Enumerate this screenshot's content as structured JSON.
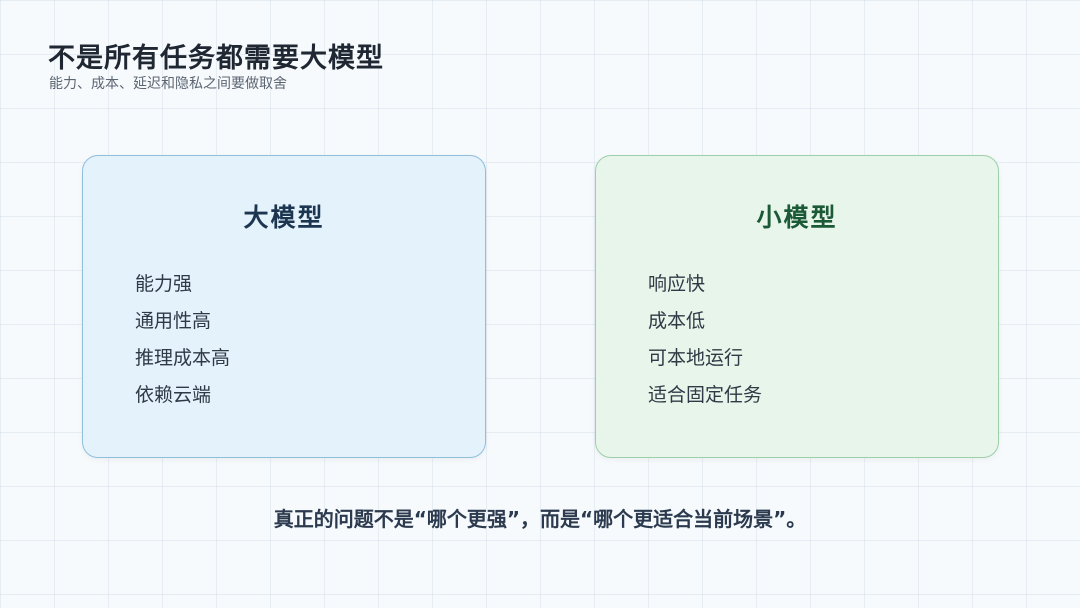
{
  "header": {
    "title": "不是所有任务都需要大模型",
    "subtitle": "能力、成本、延迟和隐私之间要做取舍"
  },
  "cards": [
    {
      "title": "大模型",
      "items": [
        "能力强",
        "通用性高",
        "推理成本高",
        "依赖云端"
      ]
    },
    {
      "title": "小模型",
      "items": [
        "响应快",
        "成本低",
        "可本地运行",
        "适合固定任务"
      ]
    }
  ],
  "footer": {
    "text": "真正的问题不是“哪个更强”，而是“哪个更适合当前场景”。"
  },
  "colors": {
    "large_card_bg": "#e4f2fc",
    "small_card_bg": "#e7f5ea",
    "large_title": "#1c3550",
    "small_title": "#1c5a37"
  }
}
